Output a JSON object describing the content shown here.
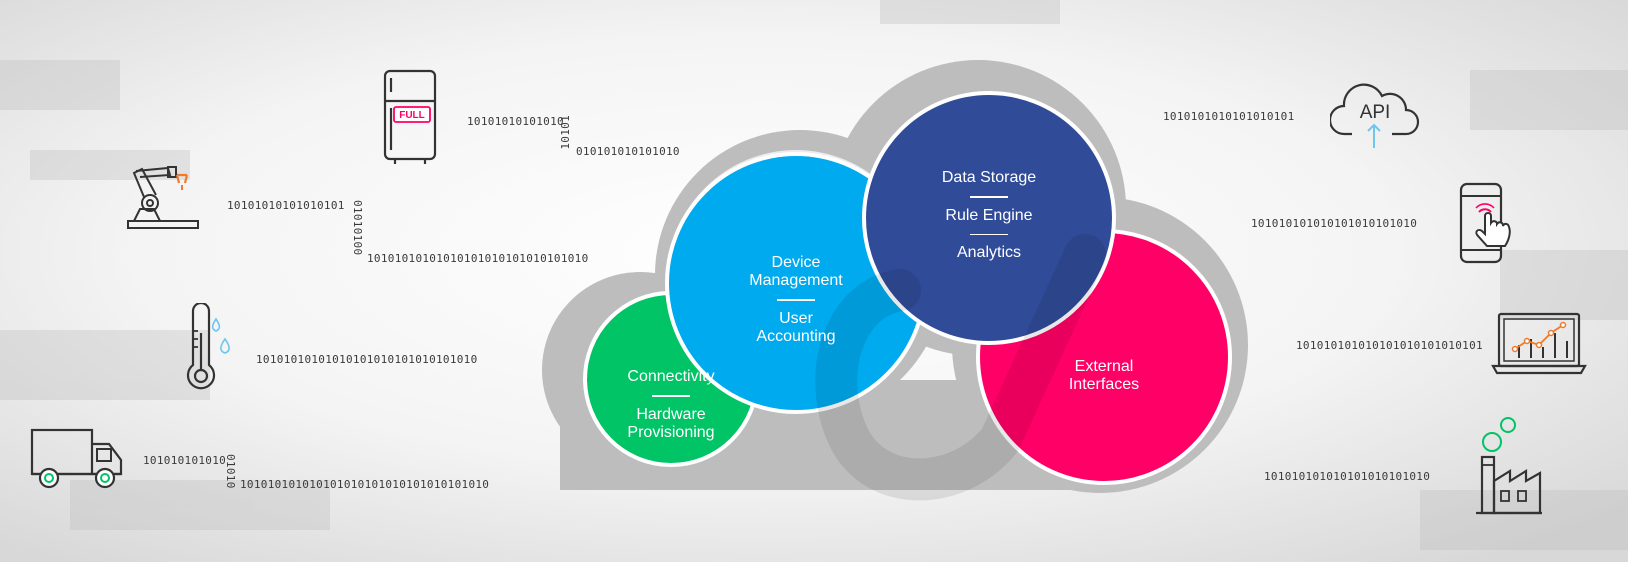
{
  "colors": {
    "connectivity": "#00c465",
    "device": "#00aaee",
    "data": "#304b98",
    "external": "#ff0066",
    "accent": "#f07a2a",
    "api_arrow": "#6ec6ee"
  },
  "diagram": {
    "circles": [
      {
        "id": "connectivity",
        "lines": [
          "Connectivity",
          "Hardware Provisioning"
        ]
      },
      {
        "id": "device",
        "lines": [
          "Device Management",
          "User Accounting"
        ]
      },
      {
        "id": "data",
        "lines": [
          "Data Storage",
          "Rule Engine",
          "Analytics"
        ]
      },
      {
        "id": "external",
        "lines": [
          "External Interfaces"
        ]
      }
    ]
  },
  "labels": {
    "connectivity_1": "Connectivity",
    "connectivity_2a": "Hardware",
    "connectivity_2b": "Provisioning",
    "device_1a": "Device",
    "device_1b": "Management",
    "device_2a": "User",
    "device_2b": "Accounting",
    "data_1": "Data Storage",
    "data_2": "Rule Engine",
    "data_3": "Analytics",
    "external_1a": "External",
    "external_1b": "Interfaces",
    "fridge_badge": "FULL",
    "api_text": "API"
  },
  "binary": {
    "fridge_h1": "10101010101010",
    "fridge_v": "10101",
    "fridge_h2": "010101010101010",
    "robot_h1": "10101010101010101",
    "robot_v": "01010100",
    "robot_h2": "10101010101010101010101010101010",
    "thermo_h": "10101010101010101010101010101010",
    "truck_h1": "101010101010",
    "truck_v": "01010",
    "truck_h2": "101010101010101010101010101010101010",
    "api_h": "1010101010101010101",
    "phone_h": "101010101010101010101010",
    "laptop_h": "101010101010101010101010101",
    "factory_h": "101010101010101010101010"
  }
}
